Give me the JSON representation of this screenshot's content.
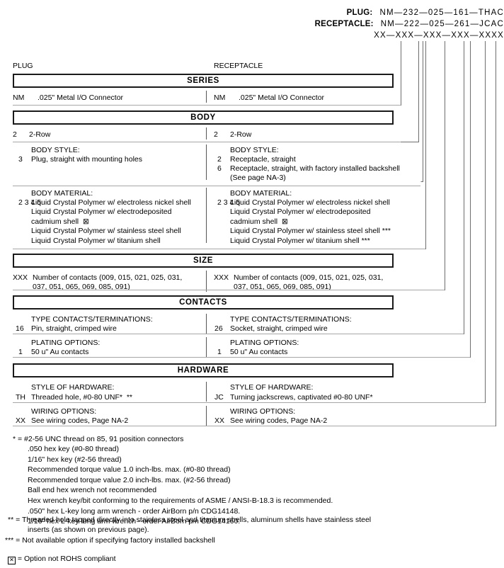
{
  "part_numbers": {
    "plug_label": "PLUG:",
    "plug_value": "NM—232—025—161—THAC",
    "receptacle_label": "RECEPTACLE:",
    "receptacle_value": "NM—222—025—261—JCAC",
    "mask_value": "XX—XXX—XXX—XXX—XXXX"
  },
  "columns": {
    "plug": "PLUG",
    "receptacle": "RECEPTACLE"
  },
  "sections": [
    {
      "title": "SERIES",
      "rows": [
        {
          "heading": "",
          "plug_code": "NM",
          "plug_text": ".025\" Metal I/O Connector",
          "recep_code": "NM",
          "recep_text": ".025\" Metal I/O Connector"
        }
      ]
    },
    {
      "title": "BODY",
      "rows": [
        {
          "heading": "",
          "plug_code": "2",
          "plug_text": "2-Row",
          "recep_code": "2",
          "recep_text": "2-Row"
        },
        {
          "heading": "BODY STYLE:",
          "plug_code": "3",
          "plug_text": "Plug, straight with mounting holes",
          "recep_code": "2",
          "recep_text": "Receptacle, straight"
        },
        {
          "heading": "BODY MATERIAL:",
          "plug_code": "2",
          "plug_text": "Liquid Crystal Polymer w/ electroless nickel shell",
          "recep_code": "2",
          "recep_text": "Liquid Crystal Polymer w/ electroless nickel shell"
        }
      ]
    },
    {
      "title": "SIZE",
      "rows": [
        {
          "heading": "",
          "plug_code": "XXX",
          "plug_text": "Number of contacts (009, 015, 021, 025, 031,",
          "recep_code": "XXX",
          "recep_text": "Number of contacts (009, 015, 021, 025, 031,"
        }
      ]
    },
    {
      "title": "CONTACTS",
      "rows": [
        {
          "heading": "TYPE CONTACTS/TERMINATIONS:",
          "plug_code": "16",
          "plug_text": "Pin, straight, crimped wire",
          "recep_code": "26",
          "recep_text": "Socket, straight, crimped wire"
        },
        {
          "heading": "PLATING OPTIONS:",
          "plug_code": "1",
          "plug_text": "50 u\" Au contacts",
          "recep_code": "1",
          "recep_text": "50 u\" Au contacts"
        }
      ]
    },
    {
      "title": "HARDWARE",
      "rows": [
        {
          "heading": "STYLE OF HARDWARE:",
          "plug_code": "TH",
          "plug_text": "Threaded hole, #0-80 UNF*  **",
          "recep_code": "JC",
          "recep_text": "Turning jackscrews, captivated #0-80 UNF*"
        },
        {
          "heading": "WIRING OPTIONS:",
          "plug_code": "XX",
          "plug_text": "See wiring codes, Page NA-2",
          "recep_code": "XX",
          "recep_text": "See wiring codes, Page NA-2"
        }
      ]
    }
  ],
  "series_bar": "SERIES",
  "body_bar": "BODY",
  "size_bar": "SIZE",
  "contacts_bar": "CONTACTS",
  "hardware_bar": "HARDWARE",
  "series_row": {
    "plug_code": "NM",
    "plug_text": ".025\" Metal I/O Connector",
    "recep_code": "NM",
    "recep_text": ".025\" Metal I/O Connector"
  },
  "body_row": {
    "plug_code": "2",
    "plug_text": "2-Row",
    "recep_code": "2",
    "recep_text": "2-Row"
  },
  "body_style": {
    "heading": "BODY STYLE:",
    "plug_code": "3",
    "plug_text": "Plug, straight with mounting holes",
    "recep_code_1": "2",
    "recep_text_1": "Receptacle, straight",
    "recep_code_2": "6",
    "recep_text_2": "Receptacle, straight, with factory installed backshell",
    "recep_text_2b": "(See page NA-3)"
  },
  "body_material": {
    "heading": "BODY MATERIAL:",
    "plug_codes": "2\n3\n\n4\n5",
    "plug_lines": "Liquid Crystal Polymer w/ electroless nickel shell\nLiquid Crystal Polymer w/ electrodeposited\ncadmium shell  ⊠\nLiquid Crystal Polymer w/ stainless steel shell\nLiquid Crystal Polymer w/ titanium shell",
    "recep_codes": "2\n3\n\n4\n5",
    "recep_lines": "Liquid Crystal Polymer w/ electroless nickel shell\nLiquid Crystal Polymer w/ electrodeposited\ncadmium shell  ⊠\nLiquid Crystal Polymer w/ stainless steel shell ***\nLiquid Crystal Polymer w/ titanium shell ***"
  },
  "size_row": {
    "plug_code": "XXX",
    "plug_text": "Number of contacts (009, 015, 021, 025, 031,\n037, 051, 065, 069, 085, 091)",
    "recep_code": "XXX",
    "recep_text": "Number of contacts (009, 015, 021, 025, 031,\n037, 051, 065, 069, 085, 091)"
  },
  "contacts_type": {
    "heading": "TYPE CONTACTS/TERMINATIONS:",
    "plug_code": "16",
    "plug_text": "Pin, straight, crimped wire",
    "recep_code": "26",
    "recep_text": "Socket, straight, crimped wire"
  },
  "contacts_plating": {
    "heading": "PLATING OPTIONS:",
    "plug_code": "1",
    "plug_text": "50 u\" Au contacts",
    "recep_code": "1",
    "recep_text": "50 u\" Au contacts"
  },
  "hardware_style": {
    "heading": "STYLE OF HARDWARE:",
    "plug_code": "TH",
    "plug_text": "Threaded hole, #0-80 UNF*  **",
    "recep_code": "JC",
    "recep_text": "Turning jackscrews, captivated #0-80 UNF*"
  },
  "hardware_wiring": {
    "heading": "WIRING OPTIONS:",
    "plug_code": "XX",
    "plug_text": "See wiring codes, Page NA-2",
    "recep_code": "XX",
    "recep_text": "See wiring codes, Page NA-2"
  },
  "footnotes": {
    "star_first": "* = #2-56 UNC thread on 85, 91 position connectors",
    "star_rest": ".050 hex key (#0-80 thread)\n1/16\" hex key (#2-56 thread)\nRecommended torque value 1.0 inch-lbs. max. (#0-80 thread)\nRecommended torque value 2.0 inch-lbs. max. (#2-56 thread)\nBall end hex wrench not recommended\nHex wrench key/bit conforming to the requirements of ASME / ANSI-B-18.3 is recommended.\n.050\" hex L-key long arm wrench - order AirBorn p/n CDG14148.\n1/16\" hex L-key long arm wrench - order AirBorn p/n CDG14160.",
    "dstar_1": "** = Threaded hole tapped directly into stainless steel and titanium shells, aluminum shells have stainless steel",
    "dstar_2": "inserts (as shown on previous page).",
    "tstar": "*** = Not available option if specifying factory installed backshell",
    "rohs_symbol": "⊠",
    "rohs_text": "= Option not ROHS compliant"
  }
}
